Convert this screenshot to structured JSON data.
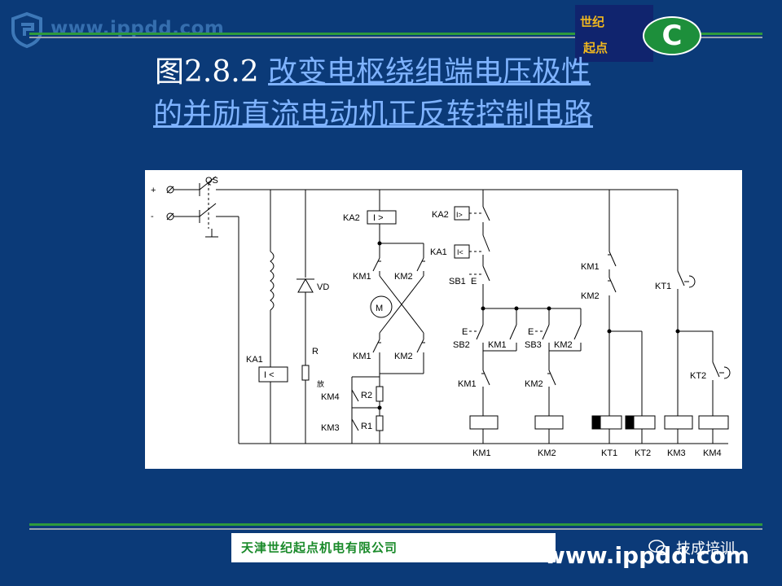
{
  "watermark": {
    "text": "www.ippdd.com"
  },
  "logo": {
    "line1": "世纪",
    "line2": "起点",
    "badge": "C"
  },
  "title": {
    "prefix": "图2.8.2 ",
    "line1_link": "改变电枢绕组端电压极性",
    "line2_link": "的并励直流电动机正反转控制电路"
  },
  "diagram": {
    "supply": {
      "plus": "+",
      "minus": "-"
    },
    "labels": {
      "qs": "QS",
      "ka1": "KA1",
      "ka1_box": "I <",
      "vd": "VD",
      "r": "R",
      "fang": "放",
      "ka2": "KA2",
      "ka2_box": "I >",
      "km1_a": "KM1",
      "km2_a": "KM2",
      "motor": "M",
      "km1_b": "KM1",
      "km2_b": "KM2",
      "km4": "KM4",
      "km3": "KM3",
      "r2": "R2",
      "r1": "R1",
      "ka2_c": "KA2",
      "ka2_c_box": "I>",
      "ka1_c": "KA1",
      "ka1_c_box": "I<",
      "sb1": "SB1",
      "sb1_e": "E",
      "sb2": "SB2",
      "sb2_e": "E",
      "km1_hold": "KM1",
      "sb3": "SB3",
      "sb3_e": "E",
      "km2_hold": "KM2",
      "km1_il": "KM1",
      "km2_il": "KM2",
      "km1_r": "KM1",
      "km2_r": "KM2",
      "kt1_c": "KT1",
      "kt2_c": "KT2"
    },
    "coils": [
      "KM1",
      "KM2",
      "KT1",
      "KT2",
      "KM3",
      "KM4"
    ]
  },
  "footer": {
    "company": "天津世纪起点机电有限公司",
    "tag": "技成培训",
    "site": "www.ippdd.com"
  },
  "colors": {
    "background": "#0b3a78",
    "rule": "#2e9a3c",
    "link": "#7fb3ff",
    "logo_text": "#f2b81e"
  }
}
